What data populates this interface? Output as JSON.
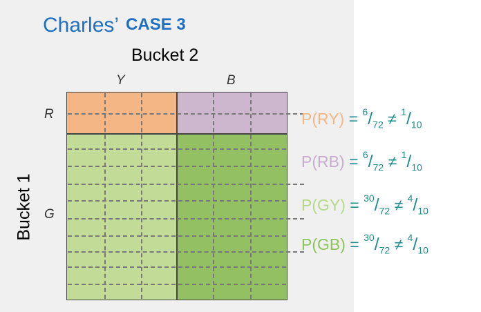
{
  "title": {
    "name": "Charles’",
    "case": "CASE 3"
  },
  "axes": {
    "bucket2": "Bucket 2",
    "bucket1": "Bucket 1"
  },
  "columns": [
    "Y",
    "B"
  ],
  "rows": [
    "R",
    "G"
  ],
  "colors": {
    "ry": "#f3b684",
    "rb": "#cdb7cf",
    "gy": "#c2db97",
    "gb": "#92c063",
    "title": "#1f6fc0",
    "equation": "#1f8c8c"
  },
  "equations": [
    {
      "label": "P(RY)",
      "eq": "=",
      "num": "6",
      "den": "72",
      "neq": "≠",
      "num2": "1",
      "den2": "10",
      "color": "#f3b684"
    },
    {
      "label": "P(RB)",
      "eq": "=",
      "num": "6",
      "den": "72",
      "neq": "≠",
      "num2": "1",
      "den2": "10",
      "color": "#c8acd0"
    },
    {
      "label": "P(GY)",
      "eq": "=",
      "num": "30",
      "den": "72",
      "neq": "≠",
      "num2": "4",
      "den2": "10",
      "color": "#b5d98a"
    },
    {
      "label": "P(GB)",
      "eq": "=",
      "num": "30",
      "den": "72",
      "neq": "≠",
      "num2": "4",
      "den2": "10",
      "color": "#8cc45a"
    }
  ]
}
